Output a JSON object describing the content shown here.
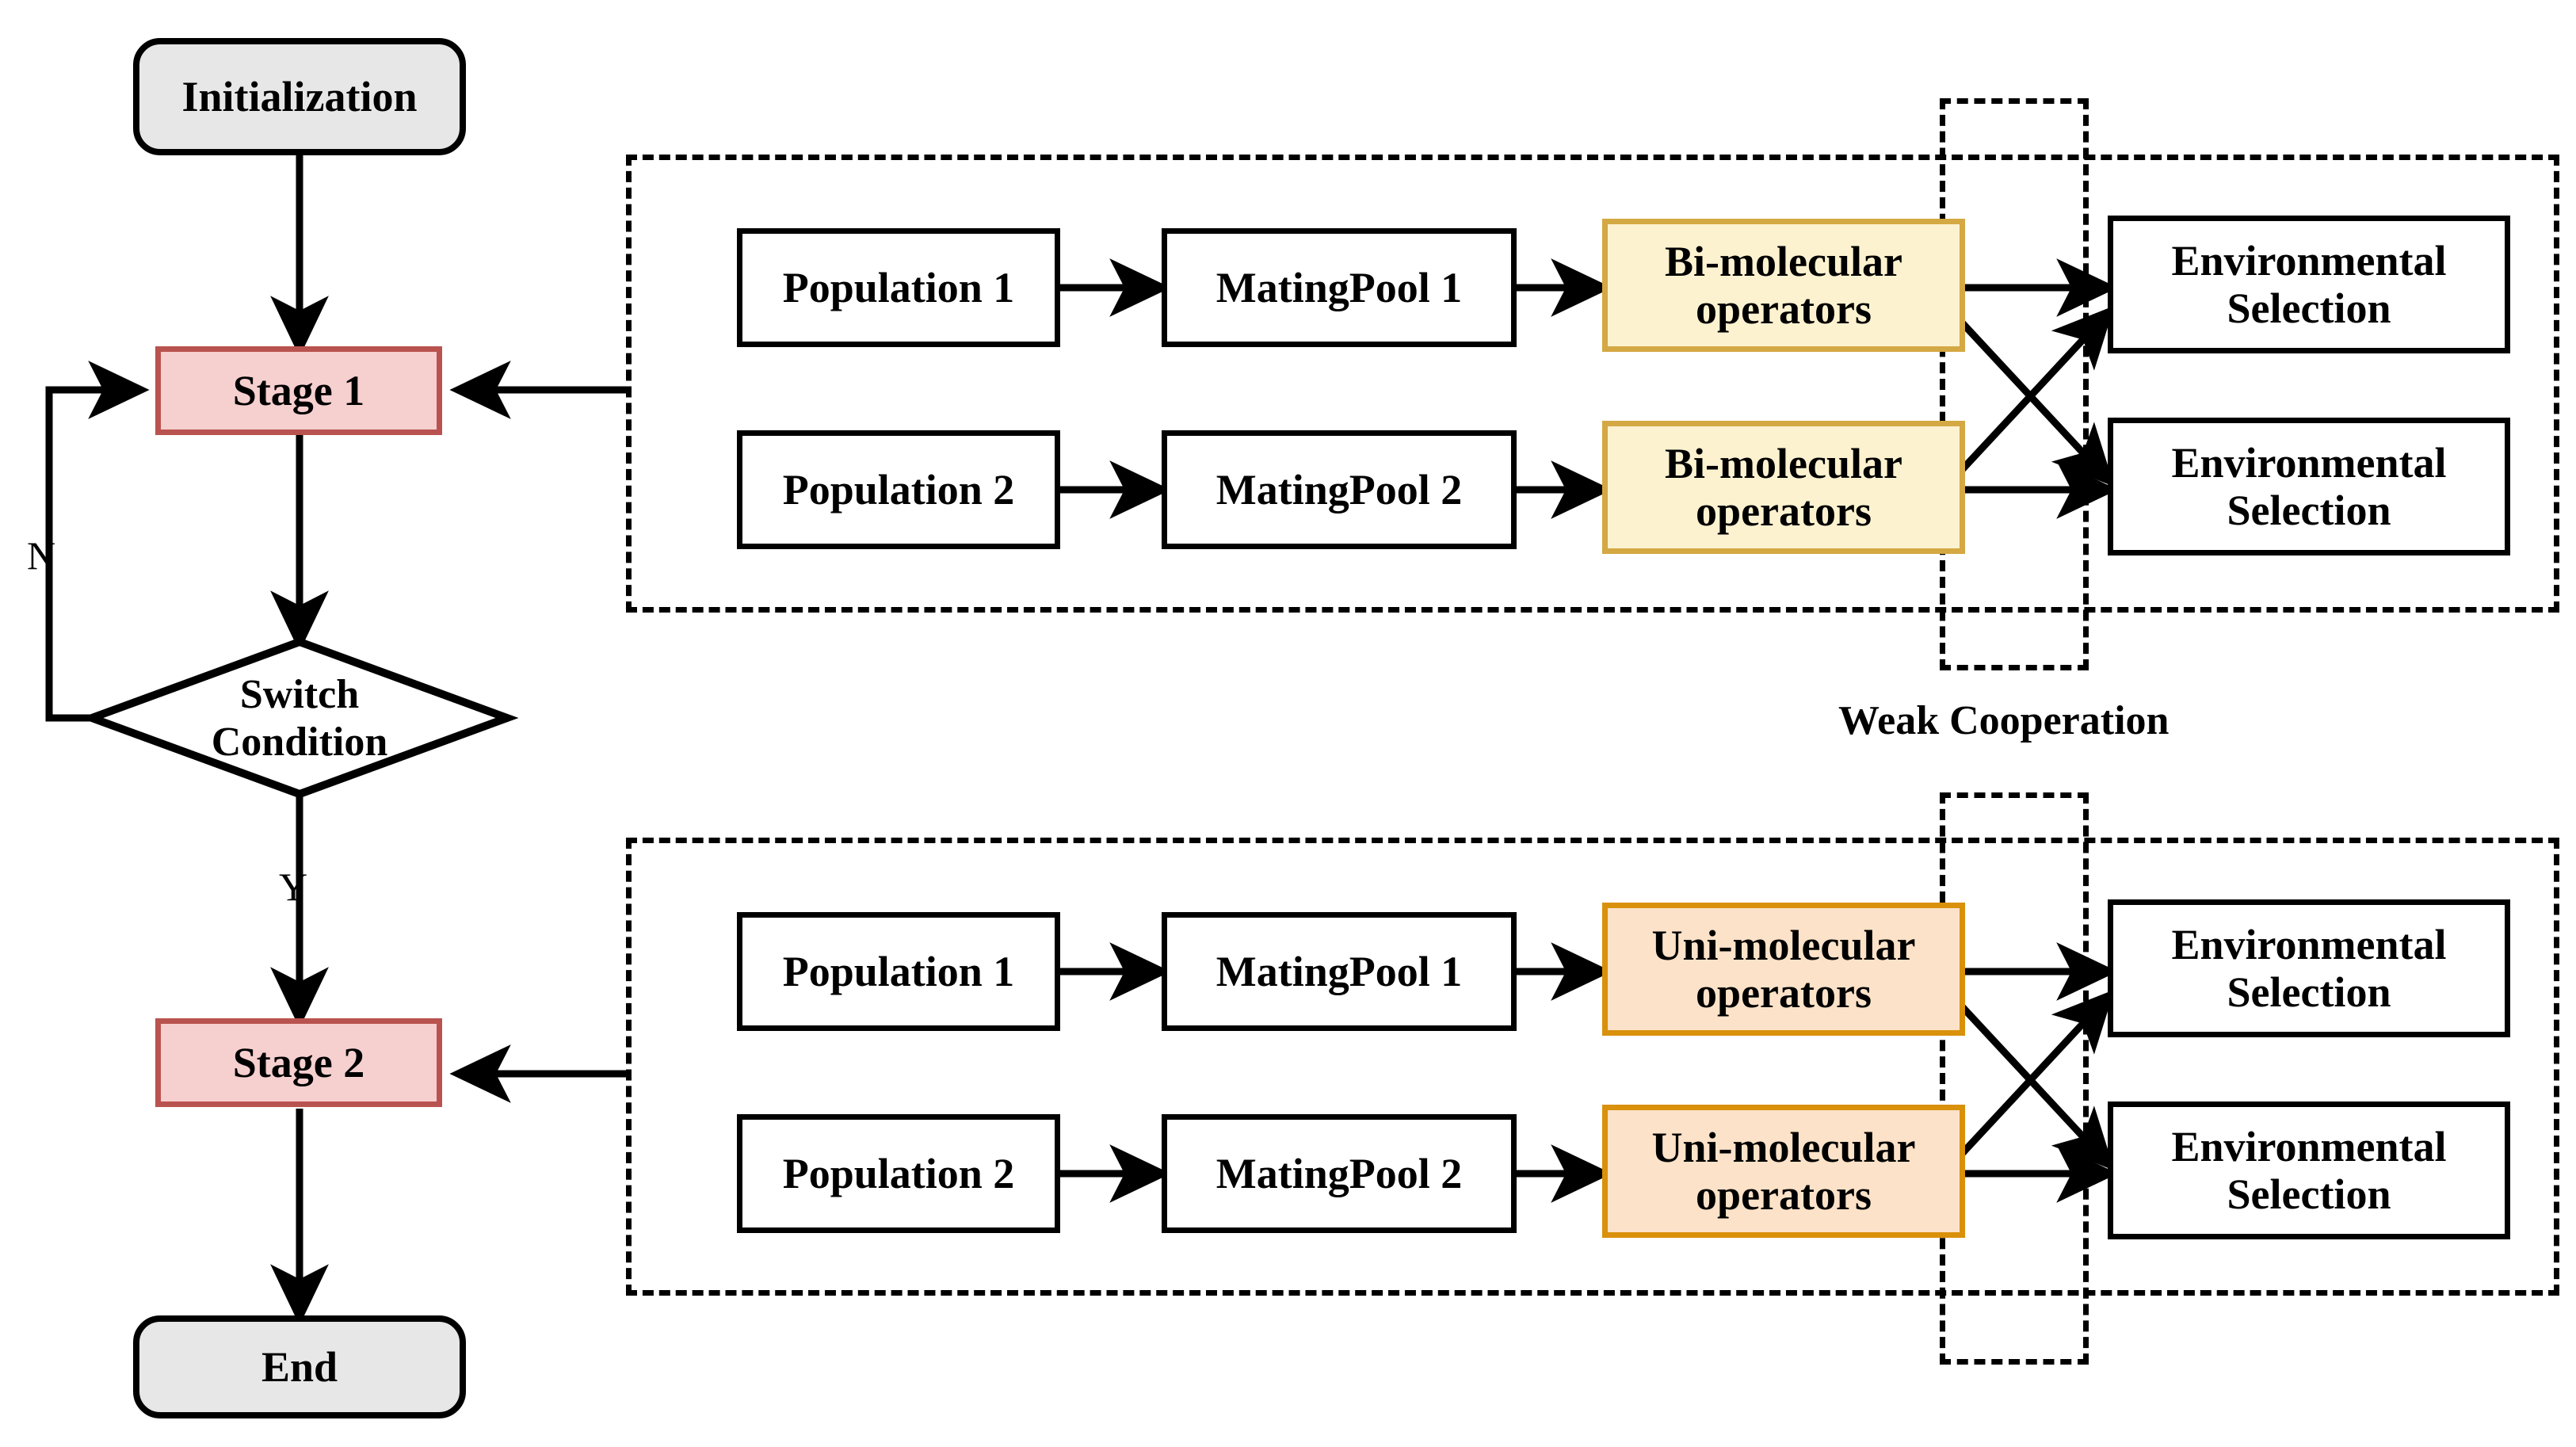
{
  "diagram": {
    "title": "Two-stage cooperative evolutionary algorithm flowchart",
    "colors": {
      "terminal_fill": "#e7e7e7",
      "terminal_border": "#000000",
      "stage_fill": "#f6cfcf",
      "stage_border": "#b9534f",
      "process_fill": "#ffffff",
      "process_border": "#000000",
      "bimolecular_fill": "#fdf2d0",
      "bimolecular_border": "#d4a843",
      "unimolecular_fill": "#fce2c8",
      "unimolecular_border": "#d9900a",
      "arrow": "#000000",
      "dashed_border": "#000000"
    }
  },
  "flow": {
    "initialization": "Initialization",
    "stage1": "Stage 1",
    "switch_condition": "Switch\nCondition",
    "switch_condition_line1": "Switch",
    "switch_condition_line2": "Condition",
    "stage2": "Stage 2",
    "end": "End",
    "label_no": "N",
    "label_yes": "Y"
  },
  "stage1_block": {
    "population1": "Population 1",
    "matingpool1": "MatingPool 1",
    "operators1_line1": "Bi-molecular",
    "operators1_line2": "operators",
    "envsel1_line1": "Environmental",
    "envsel1_line2": "Selection",
    "population2": "Population 2",
    "matingpool2": "MatingPool 2",
    "operators2_line1": "Bi-molecular",
    "operators2_line2": "operators",
    "envsel2_line1": "Environmental",
    "envsel2_line2": "Selection"
  },
  "stage2_block": {
    "population1": "Population 1",
    "matingpool1": "MatingPool 1",
    "operators1_line1": "Uni-molecular",
    "operators1_line2": "operators",
    "envsel1_line1": "Environmental",
    "envsel1_line2": "Selection",
    "population2": "Population 2",
    "matingpool2": "MatingPool 2",
    "operators2_line1": "Uni-molecular",
    "operators2_line2": "operators",
    "envsel2_line1": "Environmental",
    "envsel2_line2": "Selection"
  },
  "annotations": {
    "weak_cooperation": "Weak Cooperation"
  }
}
